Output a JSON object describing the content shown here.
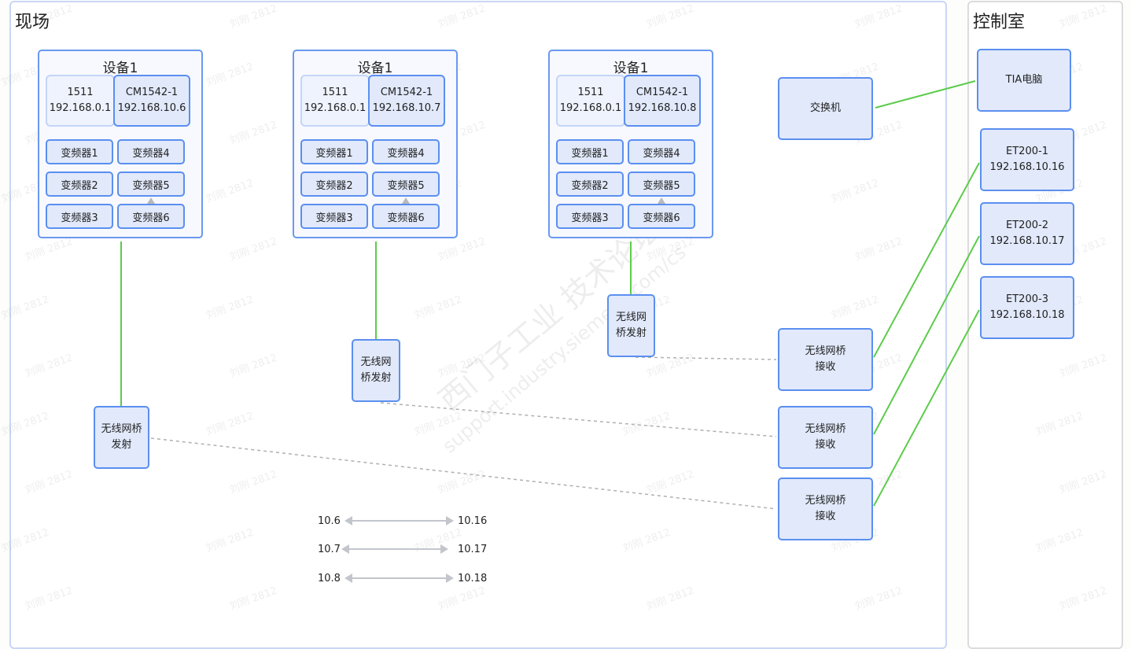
{
  "zones": {
    "field": {
      "title": "现场"
    },
    "control_room": {
      "title": "控制室"
    }
  },
  "devices": [
    {
      "title": "设备1",
      "plc": {
        "model": "1511",
        "ip": "192.168.0.1"
      },
      "cm": {
        "model": "CM1542-1",
        "ip": "192.168.10.6"
      },
      "drives": [
        "变频器1",
        "变频器4",
        "变频器2",
        "变频器5",
        "变频器3",
        "变频器6"
      ]
    },
    {
      "title": "设备1",
      "plc": {
        "model": "1511",
        "ip": "192.168.0.1"
      },
      "cm": {
        "model": "CM1542-1",
        "ip": "192.168.10.7"
      },
      "drives": [
        "变频器1",
        "变频器4",
        "变频器2",
        "变频器5",
        "变频器3",
        "变频器6"
      ]
    },
    {
      "title": "设备1",
      "plc": {
        "model": "1511",
        "ip": "192.168.0.1"
      },
      "cm": {
        "model": "CM1542-1",
        "ip": "192.168.10.8"
      },
      "drives": [
        "变频器1",
        "变频器4",
        "变频器2",
        "变频器5",
        "变频器3",
        "变频器6"
      ]
    }
  ],
  "transmitters": [
    {
      "line1": "无线网桥",
      "line2": "发射"
    },
    {
      "line1": "无线网",
      "line2": "桥发射"
    },
    {
      "line1": "无线网",
      "line2": "桥发射"
    }
  ],
  "receivers": [
    {
      "line1": "无线网桥",
      "line2": "接收"
    },
    {
      "line1": "无线网桥",
      "line2": "接收"
    },
    {
      "line1": "无线网桥",
      "line2": "接收"
    }
  ],
  "switch": {
    "label": "交换机"
  },
  "tia_pc": {
    "label": "TIA电脑"
  },
  "et200": [
    {
      "name": "ET200-1",
      "ip": "192.168.10.16"
    },
    {
      "name": "ET200-2",
      "ip": "192.168.10.17"
    },
    {
      "name": "ET200-3",
      "ip": "192.168.10.18"
    }
  ],
  "mapping": [
    {
      "from": "10.6",
      "to": "10.16"
    },
    {
      "from": "10.7",
      "to": "10.17"
    },
    {
      "from": "10.8",
      "to": "10.18"
    }
  ],
  "watermark": {
    "user": "刘刚 2812",
    "brand": "西门子工业 技术论坛",
    "url": "support.industry.siemens.com/cs"
  },
  "colors": {
    "accent": "#5b8ff0",
    "node_fill": "#e1e9fb",
    "wired_link": "#5ccc4a",
    "wireless_link": "#b0b0b0",
    "arrow": "#c2c6cc"
  }
}
